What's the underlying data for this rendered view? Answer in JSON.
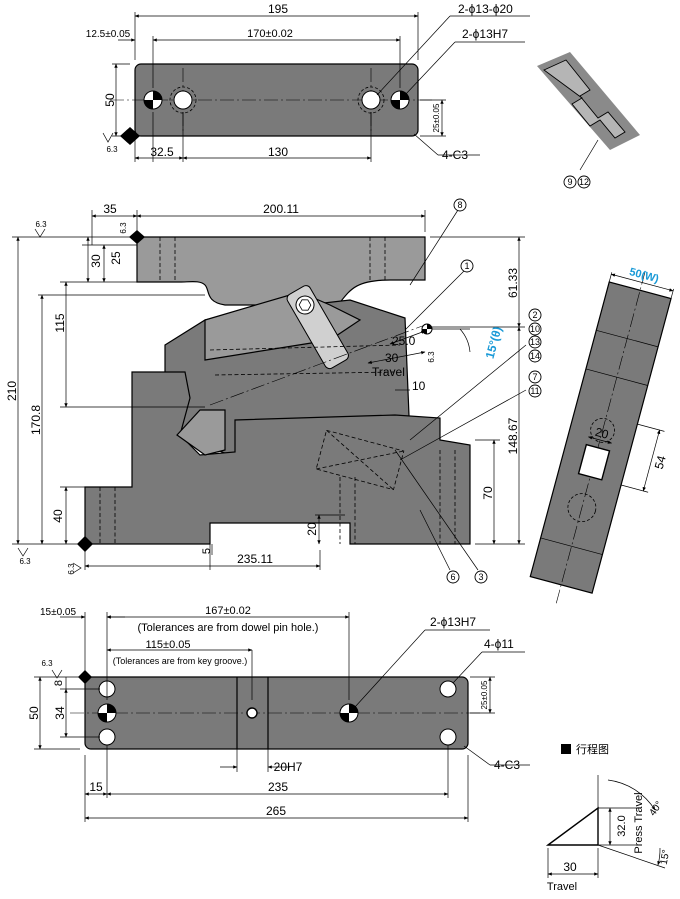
{
  "top_view": {
    "overall": "195",
    "edge_offset": "12.5±0.05",
    "pin_pitch": "170±0.02",
    "hole_spec_1": "2-ϕ13-ϕ20",
    "hole_spec_2": "2-ϕ13H7",
    "height": "50",
    "half_height": "25±0.05",
    "left_pos": "32.5",
    "hole_pitch": "130",
    "chamfer": "4-C3",
    "roughness": "6.3"
  },
  "side_view": {
    "offset_left": "35",
    "length": "200.11",
    "dim_30": "30",
    "dim_25": "25",
    "dim_115": "115",
    "dim_210": "210",
    "dim_170_8": "170.8",
    "dim_40": "40",
    "dim_61_33": "61.33",
    "dim_148_67": "148.67",
    "dim_70": "70",
    "dim_20": "20",
    "dim_5": "5",
    "base_length": "235.11",
    "stroke_25": "25.0",
    "stroke_30": "30",
    "travel_label": "Travel",
    "dim_10": "10",
    "angle": "15°(θ)",
    "roughness": "6.3"
  },
  "callouts": {
    "n1": "1",
    "n2": "2",
    "n3": "3",
    "n6": "6",
    "n7": "7",
    "n8": "8",
    "n9": "9",
    "n10": "10",
    "n11": "11",
    "n12": "12",
    "n13": "13",
    "n14": "14"
  },
  "right_view": {
    "width_label": "50(W)",
    "dim_20": "20",
    "dim_54": "54"
  },
  "bottom_view": {
    "edge_offset": "15±0.05",
    "pin_pitch": "167±0.02",
    "pin_note": "(Tolerances are from dowel pin hole.)",
    "groove_pos": "115±0.05",
    "groove_note": "(Tolerances are from key groove.)",
    "hole_spec_1": "2-ϕ13H7",
    "hole_spec_2": "4-ϕ11",
    "height": "50",
    "dim_34": "34",
    "dim_8": "8",
    "half_height": "25±0.05",
    "groove_width": "20H7",
    "left_15": "15",
    "pitch_235": "235",
    "overall_265": "265",
    "chamfer": "4-C3",
    "roughness": "6.3"
  },
  "stroke_diagram": {
    "title": "行程图",
    "press_value": "32.0",
    "press_label": "Press Travel",
    "angle_40": "40°",
    "angle_15": "15°",
    "travel_value": "30",
    "travel_label": "Travel"
  }
}
